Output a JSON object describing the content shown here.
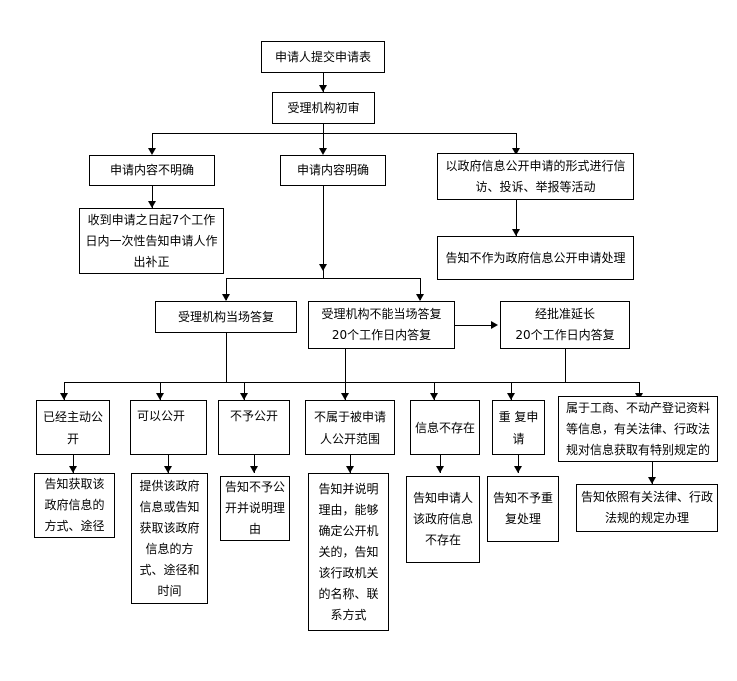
{
  "chart_type": "flowchart",
  "title_text_note": "Government information disclosure application process flowchart (no visible page title)",
  "nodes": {
    "n1": "申请人提交申请表",
    "n2": "受理机构初审",
    "n3": "申请内容不明确",
    "n4": "申请内容明确",
    "n5": "以政府信息公开申请的形式进行信访、投诉、举报等活动",
    "n6": "收到申请之日起7个工作日内一次性告知申请人作出补正",
    "n7": "告知不作为政府信息公开申请处理",
    "n8": "受理机构当场答复",
    "n9": "受理机构不能当场答复\n20个工作日内答复",
    "n10": "经批准延长\n20个工作日内答复",
    "n11": "已经主动公开",
    "n12": "可以公开",
    "n13": "不予公开",
    "n14": "不属于被申请人公开范围",
    "n15": "信息不存在",
    "n16": "重 复申请",
    "n17": "属于工商、不动产登记资料等信息，有关法律、行政法规对信息获取有特别规定的",
    "n18": "告知获取该政府信息的方式、途径",
    "n19": "提供该政府信息或告知获取该政府信息的方式、途径和时间",
    "n20": "告知不予公开并说明理由",
    "n21": "告知并说明理由，能够确定公开机关的，告知该行政机关的名称、联系方式",
    "n22": "告知申请人该政府信息不存在",
    "n23": "告知不予重复处理",
    "n24": "告知依照有关法律、行政法规的规定办理"
  },
  "colors": {
    "stroke": "#000000",
    "fill": "#ffffff",
    "text": "#000000",
    "pilcrow": "#808080"
  }
}
